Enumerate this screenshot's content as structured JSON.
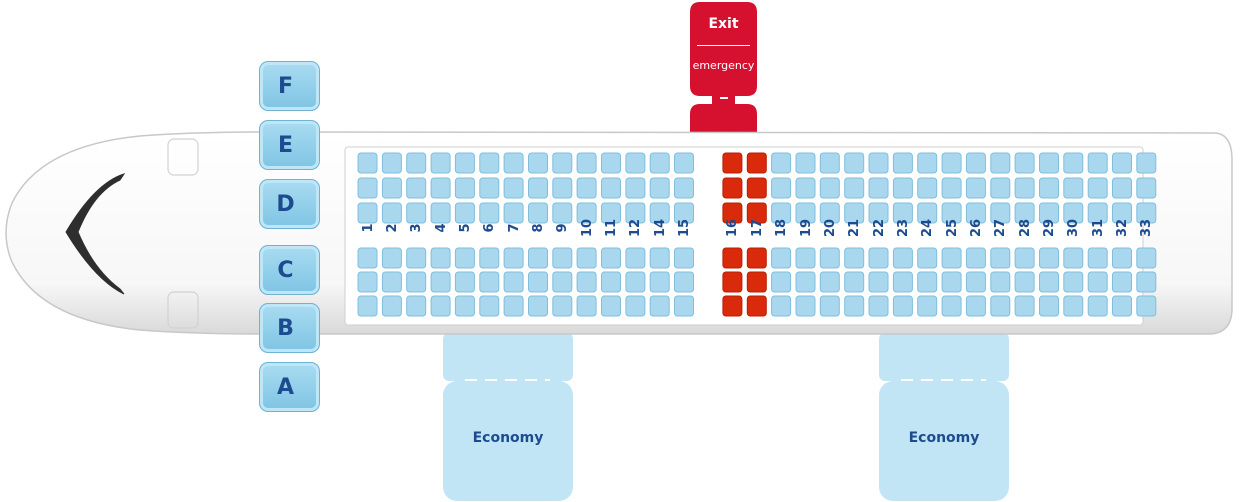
{
  "seat_letters": [
    "F",
    "E",
    "D",
    "C",
    "B",
    "A"
  ],
  "exit_sign": {
    "title": "Exit",
    "subtitle": "emergency"
  },
  "class_labels": [
    "Economy",
    "Economy"
  ],
  "rows": [
    "1",
    "2",
    "3",
    "4",
    "5",
    "6",
    "7",
    "8",
    "9",
    "10",
    "11",
    "12",
    "14",
    "15",
    "16",
    "17",
    "18",
    "19",
    "20",
    "21",
    "22",
    "23",
    "24",
    "25",
    "26",
    "27",
    "28",
    "29",
    "30",
    "31",
    "32",
    "33"
  ],
  "seats_per_side": 3,
  "exit_rows": [
    "16",
    "17"
  ],
  "colors": {
    "seat": "#a9d8ee",
    "seat_border": "#7fbedd",
    "exit_seat": "#d92a0c",
    "exit_sign": "#d6102f",
    "wing": "#c2e5f6",
    "label_text": "#1d4b8f",
    "fuselage_outline": "#c8c8c8"
  }
}
